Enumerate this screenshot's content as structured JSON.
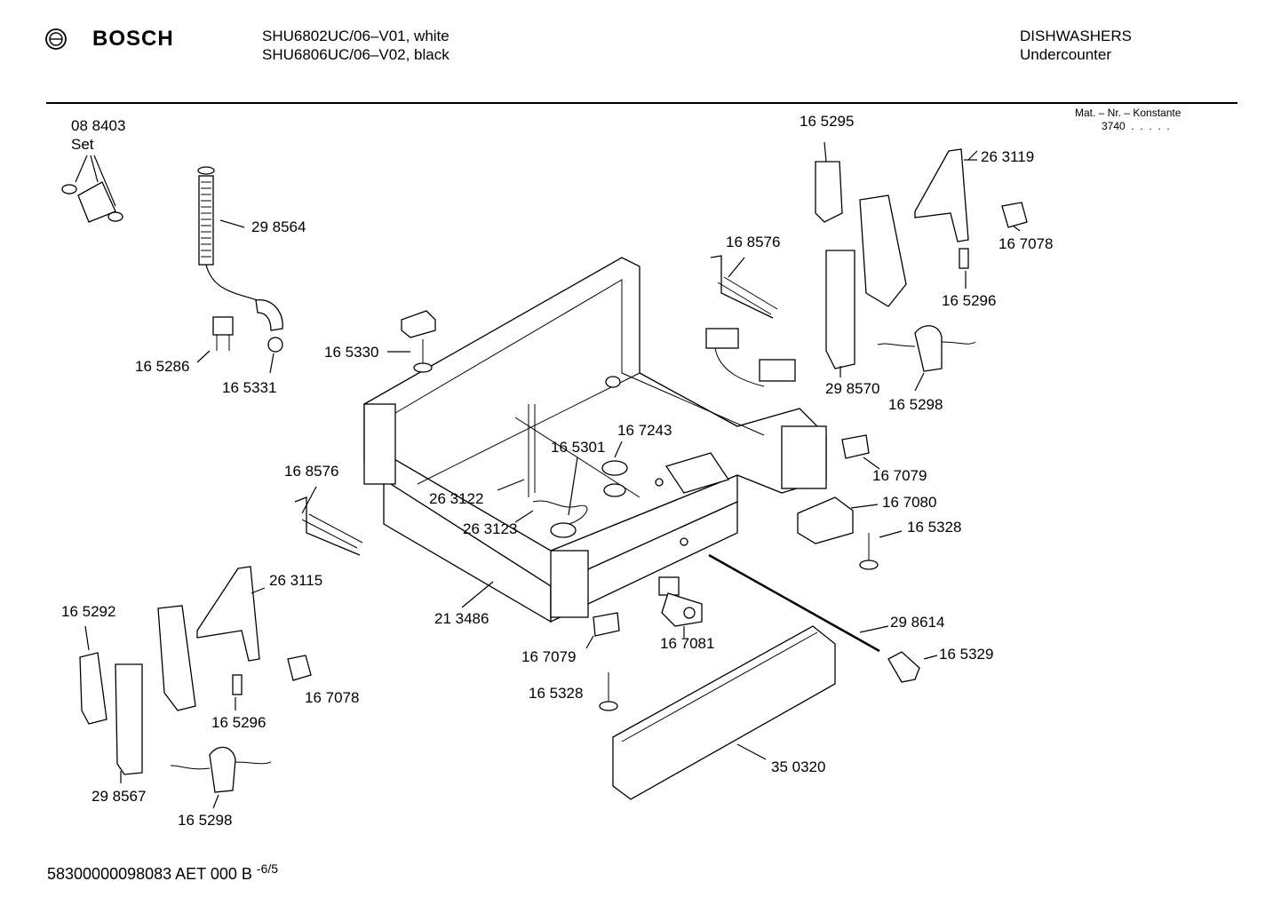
{
  "header": {
    "brand": "BOSCH",
    "model_line_1": "SHU6802UC/06–V01, white",
    "model_line_2": "SHU6806UC/06–V02, black",
    "category": "DISHWASHERS",
    "subcategory": "Undercounter",
    "mat_nr_label": "Mat. – Nr. – Konstante",
    "mat_nr_value": "3740  .  .  .  .  ."
  },
  "parts": [
    {
      "id": "p088403",
      "number": "08 8403"
    },
    {
      "id": "pset",
      "number": "Set"
    },
    {
      "id": "p298564",
      "number": "29 8564"
    },
    {
      "id": "p165286",
      "number": "16 5286"
    },
    {
      "id": "p165331",
      "number": "16 5331"
    },
    {
      "id": "p165330",
      "number": "16 5330"
    },
    {
      "id": "p168576a",
      "number": "16 8576"
    },
    {
      "id": "p165295",
      "number": "16 5295"
    },
    {
      "id": "p263119",
      "number": "26 3119"
    },
    {
      "id": "p167078a",
      "number": "16 7078"
    },
    {
      "id": "p165296a",
      "number": "16 5296"
    },
    {
      "id": "p298570",
      "number": "29 8570"
    },
    {
      "id": "p165298a",
      "number": "16 5298"
    },
    {
      "id": "p167243",
      "number": "16 7243"
    },
    {
      "id": "p165301",
      "number": "16 5301"
    },
    {
      "id": "p168576b",
      "number": "16 8576"
    },
    {
      "id": "p263122",
      "number": "26 3122"
    },
    {
      "id": "p263123",
      "number": "26 3123"
    },
    {
      "id": "p167079a",
      "number": "16 7079"
    },
    {
      "id": "p167080",
      "number": "16 7080"
    },
    {
      "id": "p165328a",
      "number": "16 5328"
    },
    {
      "id": "p263115",
      "number": "26 3115"
    },
    {
      "id": "p165292",
      "number": "16 5292"
    },
    {
      "id": "p213486",
      "number": "21 3486"
    },
    {
      "id": "p298614",
      "number": "29 8614"
    },
    {
      "id": "p167079b",
      "number": "16 7079"
    },
    {
      "id": "p167081",
      "number": "16 7081"
    },
    {
      "id": "p165329",
      "number": "16 5329"
    },
    {
      "id": "p167078b",
      "number": "16 7078"
    },
    {
      "id": "p165296b",
      "number": "16 5296"
    },
    {
      "id": "p165328b",
      "number": "16 5328"
    },
    {
      "id": "p298567",
      "number": "29 8567"
    },
    {
      "id": "p165298b",
      "number": "16 5298"
    },
    {
      "id": "p350320",
      "number": "35 0320"
    }
  ],
  "footer": {
    "doc_number": "58300000098083 AET 000 B",
    "page": "-6/5"
  }
}
